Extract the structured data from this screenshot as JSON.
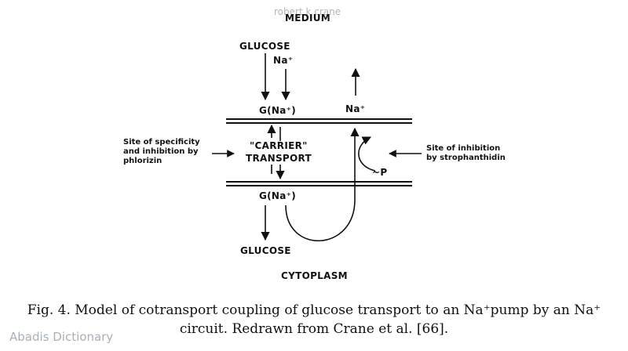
{
  "watermark_top": "robert k crane",
  "watermark_bottom": "Abadis Dictionary",
  "diagram": {
    "medium": "MEDIUM",
    "cytoplasm": "CYTOPLASM",
    "glucose_top": "GLUCOSE",
    "na_top": "Na⁺",
    "g_na_top": "G(Na⁺)",
    "na_pump": "Na⁺",
    "carrier_line1": "\"CARRIER\"",
    "carrier_line2": "TRANSPORT",
    "g_na_bottom": "G(Na⁺)",
    "glucose_bottom": "GLUCOSE",
    "left_note": [
      "Site of specificity",
      "and inhibition by",
      "phlorizin"
    ],
    "right_note": [
      "Site of inhibition",
      "by strophanthidin"
    ],
    "atp_label": "~P"
  },
  "caption": {
    "line1": "Fig. 4.  Model of cotransport coupling of glucose transport to an Na⁺pump by an Na⁺",
    "line2": "circuit. Redrawn from Crane et al. [66]."
  }
}
